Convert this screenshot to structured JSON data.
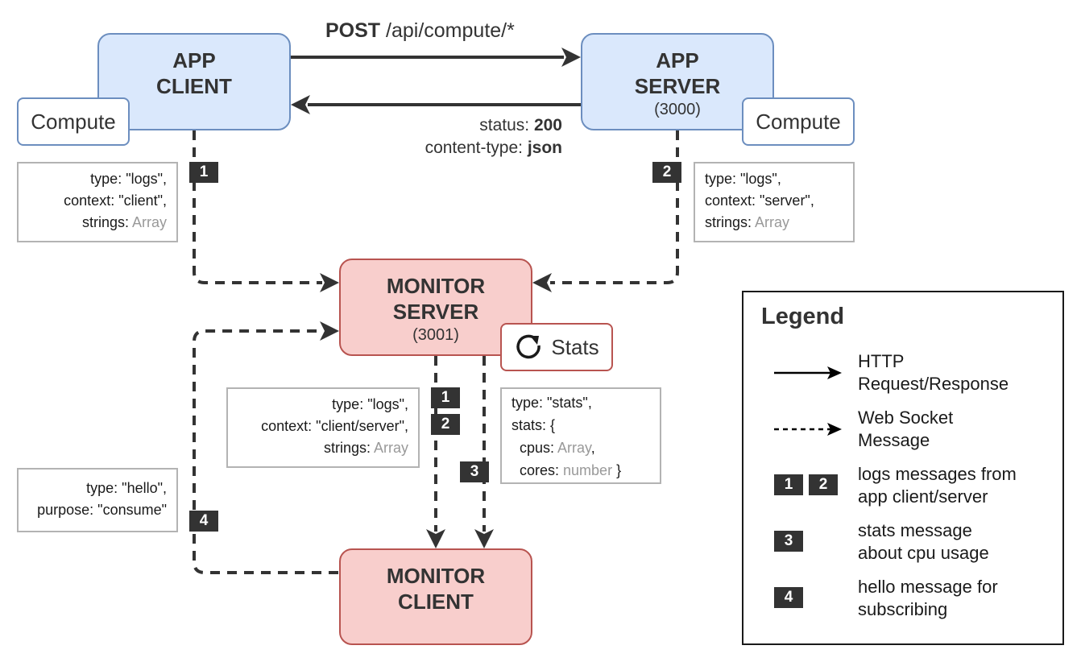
{
  "nodes": {
    "app_client": {
      "line1": "APP",
      "line2": "CLIENT"
    },
    "app_server": {
      "line1": "APP",
      "line2": "SERVER",
      "port": "(3000)"
    },
    "monitor_server": {
      "line1": "MONITOR",
      "line2": "SERVER",
      "port": "(3001)"
    },
    "monitor_client": {
      "line1": "MONITOR",
      "line2": "CLIENT"
    },
    "compute_client": "Compute",
    "compute_server": "Compute",
    "stats": "Stats"
  },
  "http": {
    "request_method": "POST",
    "request_path": " /api/compute/*",
    "response_status_key": "status: ",
    "response_status_value": "200",
    "response_ctype_key": "content-type: ",
    "response_ctype_value": "json"
  },
  "notes": {
    "client_logs": {
      "l1": "type: \"logs\",",
      "l2": "context: \"client\",",
      "l3a": "strings: ",
      "l3b": "Array"
    },
    "server_logs": {
      "l1": "type: \"logs\",",
      "l2": "context: \"server\",",
      "l3a": "strings: ",
      "l3b": "Array"
    },
    "monitor_logs": {
      "l1": "type: \"logs\",",
      "l2": "context: \"client/server\",",
      "l3a": "strings: ",
      "l3b": "Array"
    },
    "stats_msg": {
      "l1": "type: \"stats\",",
      "l2": "stats: {",
      "l3a": "  cpus: ",
      "l3b": "Array",
      "l3c": ",",
      "l4a": "  cores: ",
      "l4b": "number",
      "l4c": " }"
    },
    "hello_msg": {
      "l1": "type: \"hello\",",
      "l2": "purpose: \"consume\""
    }
  },
  "badges": {
    "b1": "1",
    "b2": "2",
    "b3": "3",
    "b4": "4"
  },
  "legend": {
    "title": "Legend",
    "http_l1": "HTTP",
    "http_l2": "Request/Response",
    "ws_l1": "Web Socket",
    "ws_l2": "Message",
    "logs_l1": "logs messages from",
    "logs_l2": "app client/server",
    "stats_l1": "stats message",
    "stats_l2": "about cpu usage",
    "hello_l1": "hello message for",
    "hello_l2": "subscribing",
    "badge1": "1",
    "badge2": "2",
    "badge3": "3",
    "badge4": "4"
  },
  "colors": {
    "app_fill": "#dae8fc",
    "app_stroke": "#6c8ebf",
    "monitor_fill": "#f8cecc",
    "monitor_stroke": "#b85450",
    "arrow": "#333333"
  },
  "icons": {
    "stats_icon": "refresh-icon"
  }
}
